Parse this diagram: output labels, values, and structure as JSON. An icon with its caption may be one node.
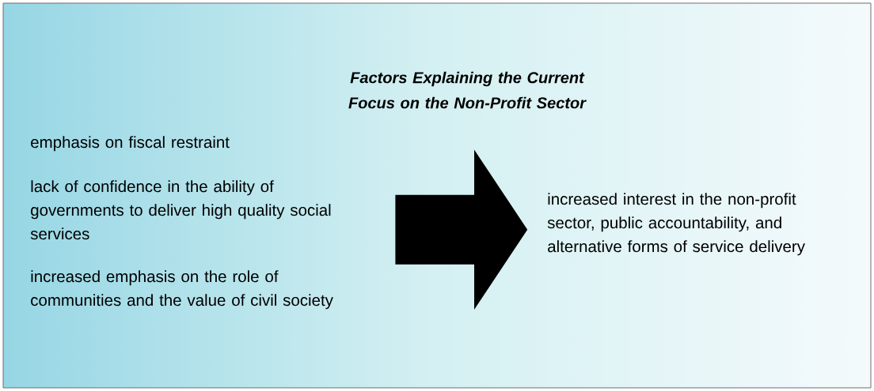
{
  "diagram": {
    "title": "Factors Explaining the Current Focus on the Non-Profit Sector",
    "nodes": [
      {
        "text": [
          "emphasis on fiscal restraint"
        ]
      },
      {
        "text": [
          "lack of confidence in the ability of governments to deliver high quality social services"
        ]
      },
      {
        "text": [
          "increased emphasis on the role of communities and the value of civil society"
        ]
      },
      {
        "text": [
          "increased interest in the non-profit sector, public accountability, and alternative forms of service delivery"
        ]
      }
    ],
    "edges": [
      {
        "from": 1,
        "to": 3,
        "arrow": "to",
        "style": "thick"
      }
    ]
  }
}
